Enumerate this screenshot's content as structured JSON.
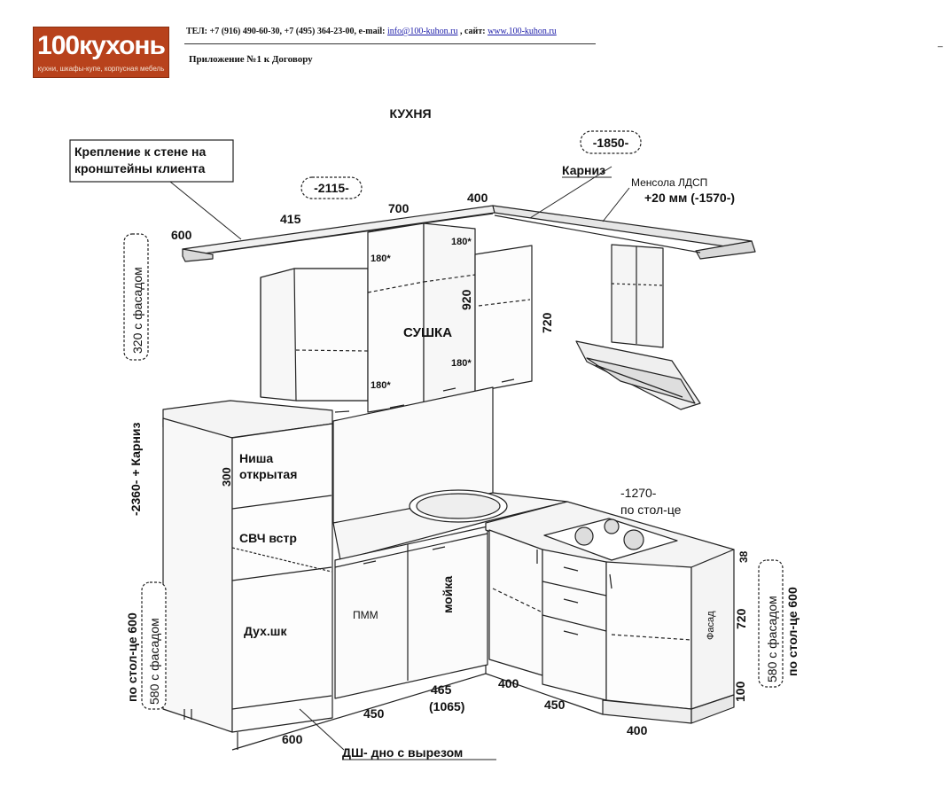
{
  "header": {
    "logo_text": "100кухонь",
    "logo_tagline": "кухни, шкафы-купе, корпусная мебель",
    "contacts_prefix": "ТЕЛ: +7 (916) 490-60-30, +7 (495) 364-23-00, e-mail: ",
    "email": "info@100-kuhon.ru",
    "site_prefix": " , сайт: ",
    "site": "www.100-kuhon.ru",
    "appendix": "Приложение №1 к Договору",
    "corner_mark": "_"
  },
  "drawing": {
    "title": "КУХНЯ",
    "labels": {
      "wall_mount": "Крепление к стене на",
      "wall_mount_2": "кронштейны клиента",
      "total_top_left": "-2115-",
      "total_top_right": "-1850-",
      "cornice": "Карниз",
      "shelf": "Менсола ЛДСП",
      "shelf_dim": "+20 мм (-1570-)",
      "dim_600": "600",
      "dim_415": "415",
      "dim_700": "700",
      "dim_400": "400",
      "open_180_a": "180*",
      "open_180_b": "180*",
      "open_180_c": "180*",
      "open_180_d": "180*",
      "dim_920": "920",
      "dim_720_upper": "720",
      "drying": "СУШКА",
      "facade_320": "320 с фасадом",
      "column_height": "-2360- + Карниз",
      "dim_300": "300",
      "niche": "Ниша",
      "niche_2": "открытая",
      "microwave": "СВЧ встр",
      "oven": "Дух.шк",
      "left_table": "по стол-це 600",
      "left_facade": "580 с фасадом",
      "dishwasher": "ПММ",
      "sink": "мойка",
      "countertop_1270": "-1270-",
      "countertop_sub": "по стол-це",
      "dim_38": "38",
      "dim_720_lower": "720",
      "dim_100": "100",
      "facade": "Фасад",
      "right_facade": "580 с фасадом",
      "right_table": "по стол-це 600",
      "dim_465": "465",
      "dim_1065": "(1065)",
      "dim_400_bottom": "400",
      "dim_450_left": "450",
      "dim_450_right": "450",
      "dim_400_corner": "400",
      "dim_600_bottom": "600",
      "bottom_note": "ДШ- дно с вырезом"
    }
  }
}
